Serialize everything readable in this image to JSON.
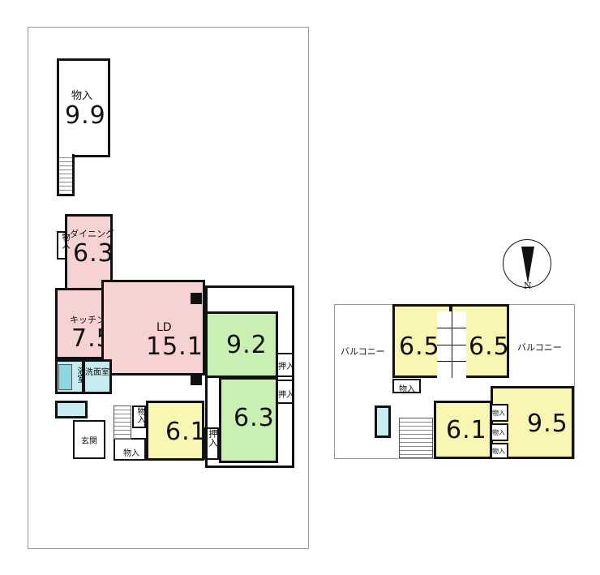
{
  "floor1": {
    "storage_big": {
      "label": "物入",
      "size": "9.9"
    },
    "dining": {
      "label": "ダイニング",
      "size": "6.3"
    },
    "kitchen": {
      "label": "キッチン",
      "size": "7.5"
    },
    "ld": {
      "label": "LD",
      "size": "15.1"
    },
    "room_92": {
      "size": "9.2"
    },
    "room_63": {
      "size": "6.3"
    },
    "room_61": {
      "size": "6.1"
    },
    "bath": "浴室",
    "washroom": "洗面室",
    "entrance": "玄関",
    "closet": "物入",
    "oshiire": "押入"
  },
  "floor2": {
    "balcony": "バルコニー",
    "room_65a": {
      "size": "6.5"
    },
    "room_65b": {
      "size": "6.5"
    },
    "room_61": {
      "size": "6.1"
    },
    "room_95": {
      "size": "9.5"
    },
    "closet": "物入"
  },
  "compass": {
    "label": "N"
  },
  "colors": {
    "ldk": "#f6d2d2",
    "japanese": "#c9efb3",
    "western": "#f9f6b4",
    "water": "#c6ecf1"
  }
}
